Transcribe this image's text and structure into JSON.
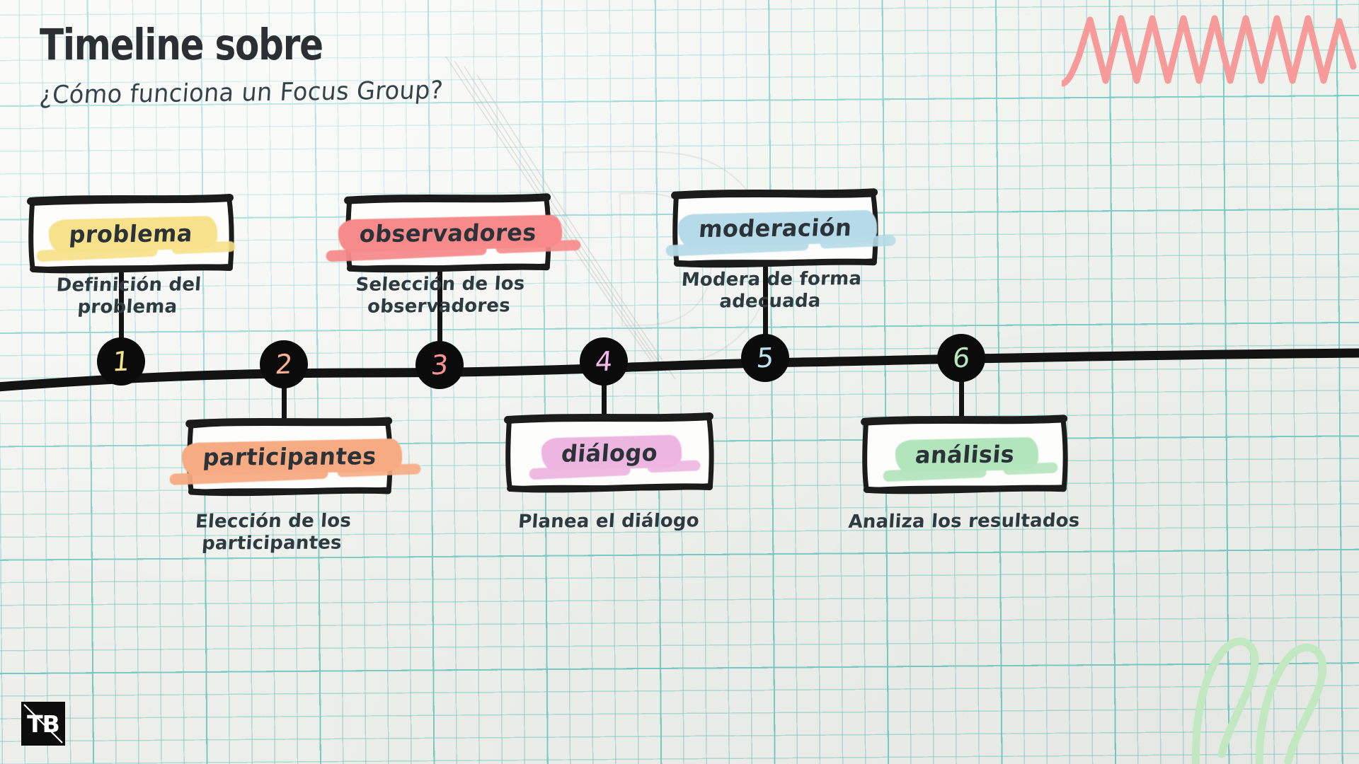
{
  "header": {
    "title": "Timeline sobre",
    "subtitle": "¿Cómo funciona un Focus Group?"
  },
  "watermark": "D",
  "logo": {
    "text": "TB"
  },
  "colors": {
    "paper": "#f2f4f0",
    "grid": "#6ec8c4",
    "ink": "#131313",
    "text": "#2b3338",
    "squiggle": "#f79a9a",
    "swirl": "#bfe6bf",
    "highlight_yellow": "#f7e18a",
    "highlight_peach": "#f7ab83",
    "highlight_red": "#f78a8a",
    "highlight_pink": "#edb6e0",
    "highlight_blue": "#b6dbe8",
    "highlight_green": "#b3e5bd"
  },
  "timeline": {
    "steps": [
      {
        "number": "1",
        "number_color": "#f5e08c",
        "label": "problema",
        "highlight_color": "#f7e18a",
        "caption": "Definición del\nproblema",
        "position": "above"
      },
      {
        "number": "2",
        "number_color": "#f7b295",
        "label": "participantes",
        "highlight_color": "#f7ab83",
        "caption": "Elección de los\nparticipantes",
        "position": "below"
      },
      {
        "number": "3",
        "number_color": "#fa9292",
        "label": "observadores",
        "highlight_color": "#f78a8a",
        "caption": "Selección de los\nobservadores",
        "position": "above"
      },
      {
        "number": "4",
        "number_color": "#f3b9e8",
        "label": "diálogo",
        "highlight_color": "#edb6e0",
        "caption": "Planea el diálogo",
        "position": "below"
      },
      {
        "number": "5",
        "number_color": "#bfe3f2",
        "label": "moderación",
        "highlight_color": "#b6dbe8",
        "caption": "Modera de forma\nadecuada",
        "position": "above"
      },
      {
        "number": "6",
        "number_color": "#b6e8c0",
        "label": "análisis",
        "highlight_color": "#b3e5bd",
        "caption": "Analiza los resultados",
        "position": "below"
      }
    ]
  }
}
